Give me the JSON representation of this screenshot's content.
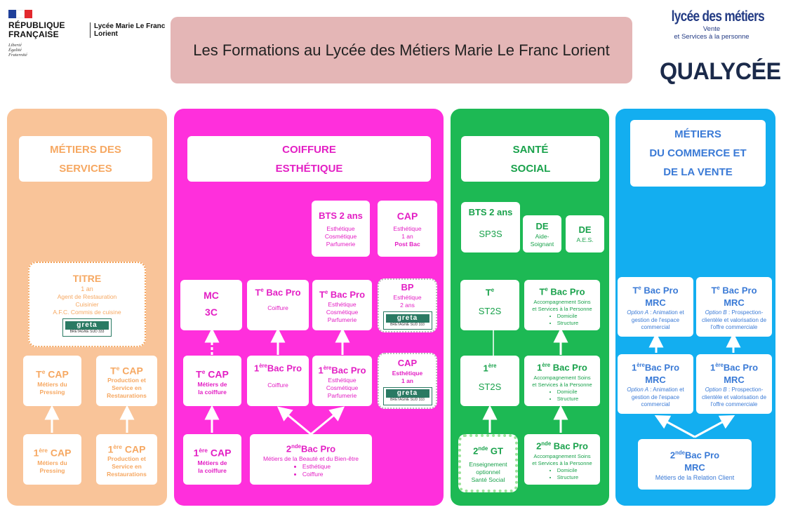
{
  "header": {
    "republique": [
      "RÉPUBLIQUE",
      "FRANÇAISE"
    ],
    "motto": [
      "Liberté",
      "Égalité",
      "Fraternité"
    ],
    "school": [
      "Lycée Marie Le Franc",
      "Lorient"
    ],
    "title": "Les Formations au Lycée des Métiers Marie Le Franc Lorient",
    "logo_main": "lycée des métiers",
    "logo_sub": [
      "Vente",
      "et Services à la personne"
    ],
    "qualycee": "QUALYCÉE"
  },
  "greta": {
    "word": "greta",
    "sub": "BRETAGNE SUD 333"
  },
  "services": {
    "heading": [
      "MÉTIERS DES",
      "SERVICES"
    ],
    "titre": {
      "title": "TITRE",
      "lines": [
        "1 an",
        "Agent de Restauration",
        "Cuisinier",
        "A.F.C. Commis de cuisine"
      ]
    },
    "tcap1": {
      "title": "CAP",
      "lines": [
        "Métiers du",
        "Pressing"
      ]
    },
    "tcap2": {
      "title": "CAP",
      "lines": [
        "Production et",
        "Service en",
        "Restaurations"
      ]
    },
    "pcap1": {
      "title": "CAP",
      "lines": [
        "Métiers du",
        "Pressing"
      ]
    },
    "pcap2": {
      "title": "CAP",
      "lines": [
        "Production et",
        "Service en",
        "Restaurations"
      ]
    }
  },
  "coiffure": {
    "heading": [
      "COIFFURE",
      "ESTHÉTIQUE"
    ],
    "bts": {
      "title": "BTS 2 ans",
      "lines": [
        "Esthétique",
        "Cosmétique",
        "Parfumerie"
      ]
    },
    "cap_postbac": {
      "title": "CAP",
      "lines": [
        "Esthétique",
        "1 an",
        "Post Bac"
      ]
    },
    "mc": {
      "title": [
        "MC",
        "3C"
      ]
    },
    "tbac1": {
      "title": "Bac Pro",
      "lines": [
        "Coiffure"
      ]
    },
    "tbac2": {
      "title": "Bac Pro",
      "lines": [
        "Esthétique",
        "Cosmétique",
        "Parfumerie"
      ]
    },
    "bp": {
      "title": "BP",
      "lines": [
        "Esthétique",
        "2 ans"
      ]
    },
    "tcap": {
      "title": "CAP",
      "lines": [
        "Métiers de",
        "la coiffure"
      ]
    },
    "pbac1": {
      "title": "Bac Pro",
      "lines": [
        "Coiffure"
      ]
    },
    "pbac2": {
      "title": "Bac Pro",
      "lines": [
        "Esthétique",
        "Cosmétique",
        "Parfumerie"
      ]
    },
    "cap_1an": {
      "title": "CAP",
      "lines": [
        "Esthétique",
        "1 an"
      ]
    },
    "pcap": {
      "title": "CAP",
      "lines": [
        "Métiers de",
        "la coiffure"
      ]
    },
    "sbac": {
      "title": "Bac Pro",
      "subtitle": "Métiers de la Beauté et du Bien-être",
      "items": [
        "Esthétique",
        "Coiffure"
      ]
    }
  },
  "sante": {
    "heading": [
      "SANTÉ",
      "SOCIAL"
    ],
    "bts": {
      "title": "BTS 2 ans",
      "lines": [
        "SP3S"
      ]
    },
    "de1": {
      "title": "DE",
      "lines": [
        "Aide-",
        "Soignant"
      ]
    },
    "de2": {
      "title": "DE",
      "lines": [
        "A.E.S."
      ]
    },
    "tst2s": {
      "title": "T",
      "lines": [
        "ST2S"
      ]
    },
    "tbac": {
      "title": "Bac Pro",
      "subtitle": [
        "Accompagnement Soins",
        "et Services à la Personne"
      ],
      "items": [
        "Domicile",
        "Structure"
      ]
    },
    "pst2s": {
      "title": "1",
      "lines": [
        "ST2S"
      ]
    },
    "pbac": {
      "title": "Bac Pro",
      "subtitle": [
        "Accompagnement Soins",
        "et Services à la Personne"
      ],
      "items": [
        "Domicile",
        "Structure"
      ]
    },
    "sgt": {
      "title": "GT",
      "lines": [
        "Enseignement",
        "optionnel",
        "Santé Social"
      ]
    },
    "sbac": {
      "title": "Bac Pro",
      "subtitle": [
        "Accompagnement Soins",
        "et Services à la Personne"
      ],
      "items": [
        "Domicile",
        "Structure"
      ]
    }
  },
  "commerce": {
    "heading": [
      "MÉTIERS",
      "DU COMMERCE ET",
      "DE LA VENTE"
    ],
    "ta": {
      "title": "Bac Pro",
      "mrc": "MRC",
      "option": "Option A",
      "text": ": Animation et gestion de l'espace commercial"
    },
    "tb": {
      "title": "Bac Pro",
      "mrc": "MRC",
      "option": "Option B",
      "text": ": Prospection-clientèle et valorisation de l'offre commerciale"
    },
    "pa": {
      "title": "Bac Pro",
      "mrc": "MRC",
      "option": "Option A",
      "text": ": Animation et gestion de l'espace commercial"
    },
    "pb": {
      "title": "Bac Pro",
      "mrc": "MRC",
      "option": "Option B",
      "text": ": Prospection-clientèle et valorisation de l'offre commerciale"
    },
    "s": {
      "title": "Bac Pro",
      "mrc": "MRC",
      "sub": "Métiers de la Relation Client"
    }
  },
  "sup": {
    "te": "e",
    "ere": "ère",
    "nde": "nde"
  },
  "colors": {
    "services": "#f9c499",
    "coiffure": "#ff2fdc",
    "sante": "#1db954",
    "commerce": "#13aef0"
  }
}
